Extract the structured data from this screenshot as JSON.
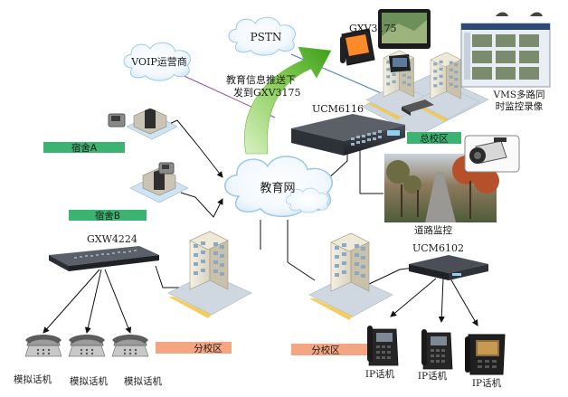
{
  "clouds": {
    "pstn": "PSTN",
    "voip": "VOIP运营商",
    "edu_net": "教育网"
  },
  "devices": {
    "gxv3175": "GXV3175",
    "ucm6116": "UCM6116",
    "ucm6102": "UCM6102",
    "gxw4224": "GXW4224"
  },
  "annotations": {
    "push_line1": "教育信息推送下",
    "push_line2": "发到GXV3175",
    "vms_line1": "VMS多路同",
    "vms_line2": "时监控录像",
    "road_monitor": "道路监控"
  },
  "site_tags": {
    "dorm_a": "宿舍A",
    "dorm_b": "宿舍B",
    "main_campus": "总校区",
    "branch_left": "分校区",
    "branch_right": "分校区"
  },
  "phones": {
    "analog_1": "模拟话机",
    "analog_2": "模拟话机",
    "analog_3": "模拟话机",
    "ip_1": "IP话机",
    "ip_2": "IP话机",
    "ip_3": "IP话机"
  },
  "colors": {
    "green_tag": "#3cb371",
    "orange_tag": "#f4a582",
    "cloud_edge": "#9bc7e8",
    "arrow_green": "#5fbf2f"
  },
  "icons": [
    "cloud-icon",
    "building-icon",
    "pbx-icon",
    "phone-icon",
    "camera-icon",
    "monitor-icon",
    "tablet-phone-icon",
    "gateway-icon"
  ]
}
